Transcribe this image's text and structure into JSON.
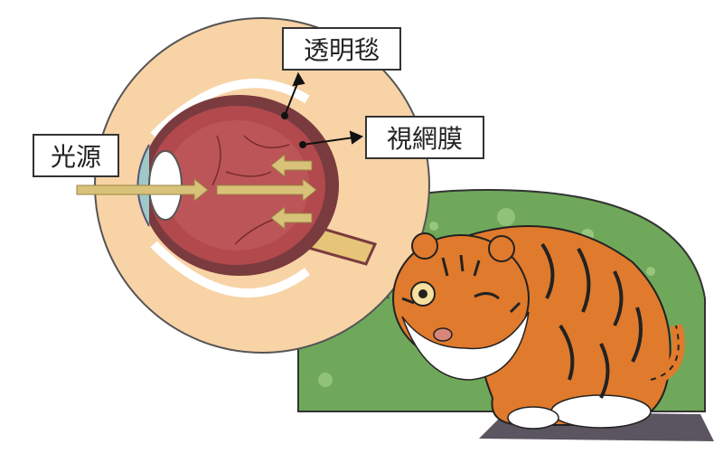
{
  "labels": {
    "light_source": "光源",
    "tapetum": "透明毯",
    "retina": "視網膜"
  },
  "colors": {
    "bubble_fill": "#f8d3a6",
    "eye_outer": "#7a3b3e",
    "eye_inner": "#b2494d",
    "light_ray": "#d8c27a",
    "background_green": "#6fa85a",
    "tiger_orange": "#e07a2c"
  },
  "icons": [
    "arrow-icon",
    "tiger-illustration",
    "eye-cross-section"
  ]
}
